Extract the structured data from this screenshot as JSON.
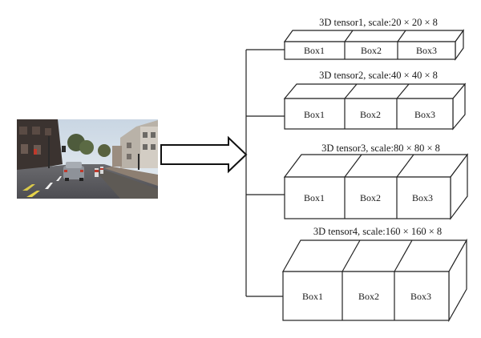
{
  "photo": {
    "icon": "street-scene-photo"
  },
  "tensors": [
    {
      "title": "3D tensor1, scale:20 × 20 × 8",
      "boxes": [
        "Box1",
        "Box2",
        "Box3"
      ]
    },
    {
      "title": "3D tensor2, scale:40 × 40 × 8",
      "boxes": [
        "Box1",
        "Box2",
        "Box3"
      ]
    },
    {
      "title": "3D tensor3, scale:80 × 80 × 8",
      "boxes": [
        "Box1",
        "Box2",
        "Box3"
      ]
    },
    {
      "title": "3D tensor4, scale:160 × 160 × 8",
      "boxes": [
        "Box1",
        "Box2",
        "Box3"
      ]
    }
  ]
}
